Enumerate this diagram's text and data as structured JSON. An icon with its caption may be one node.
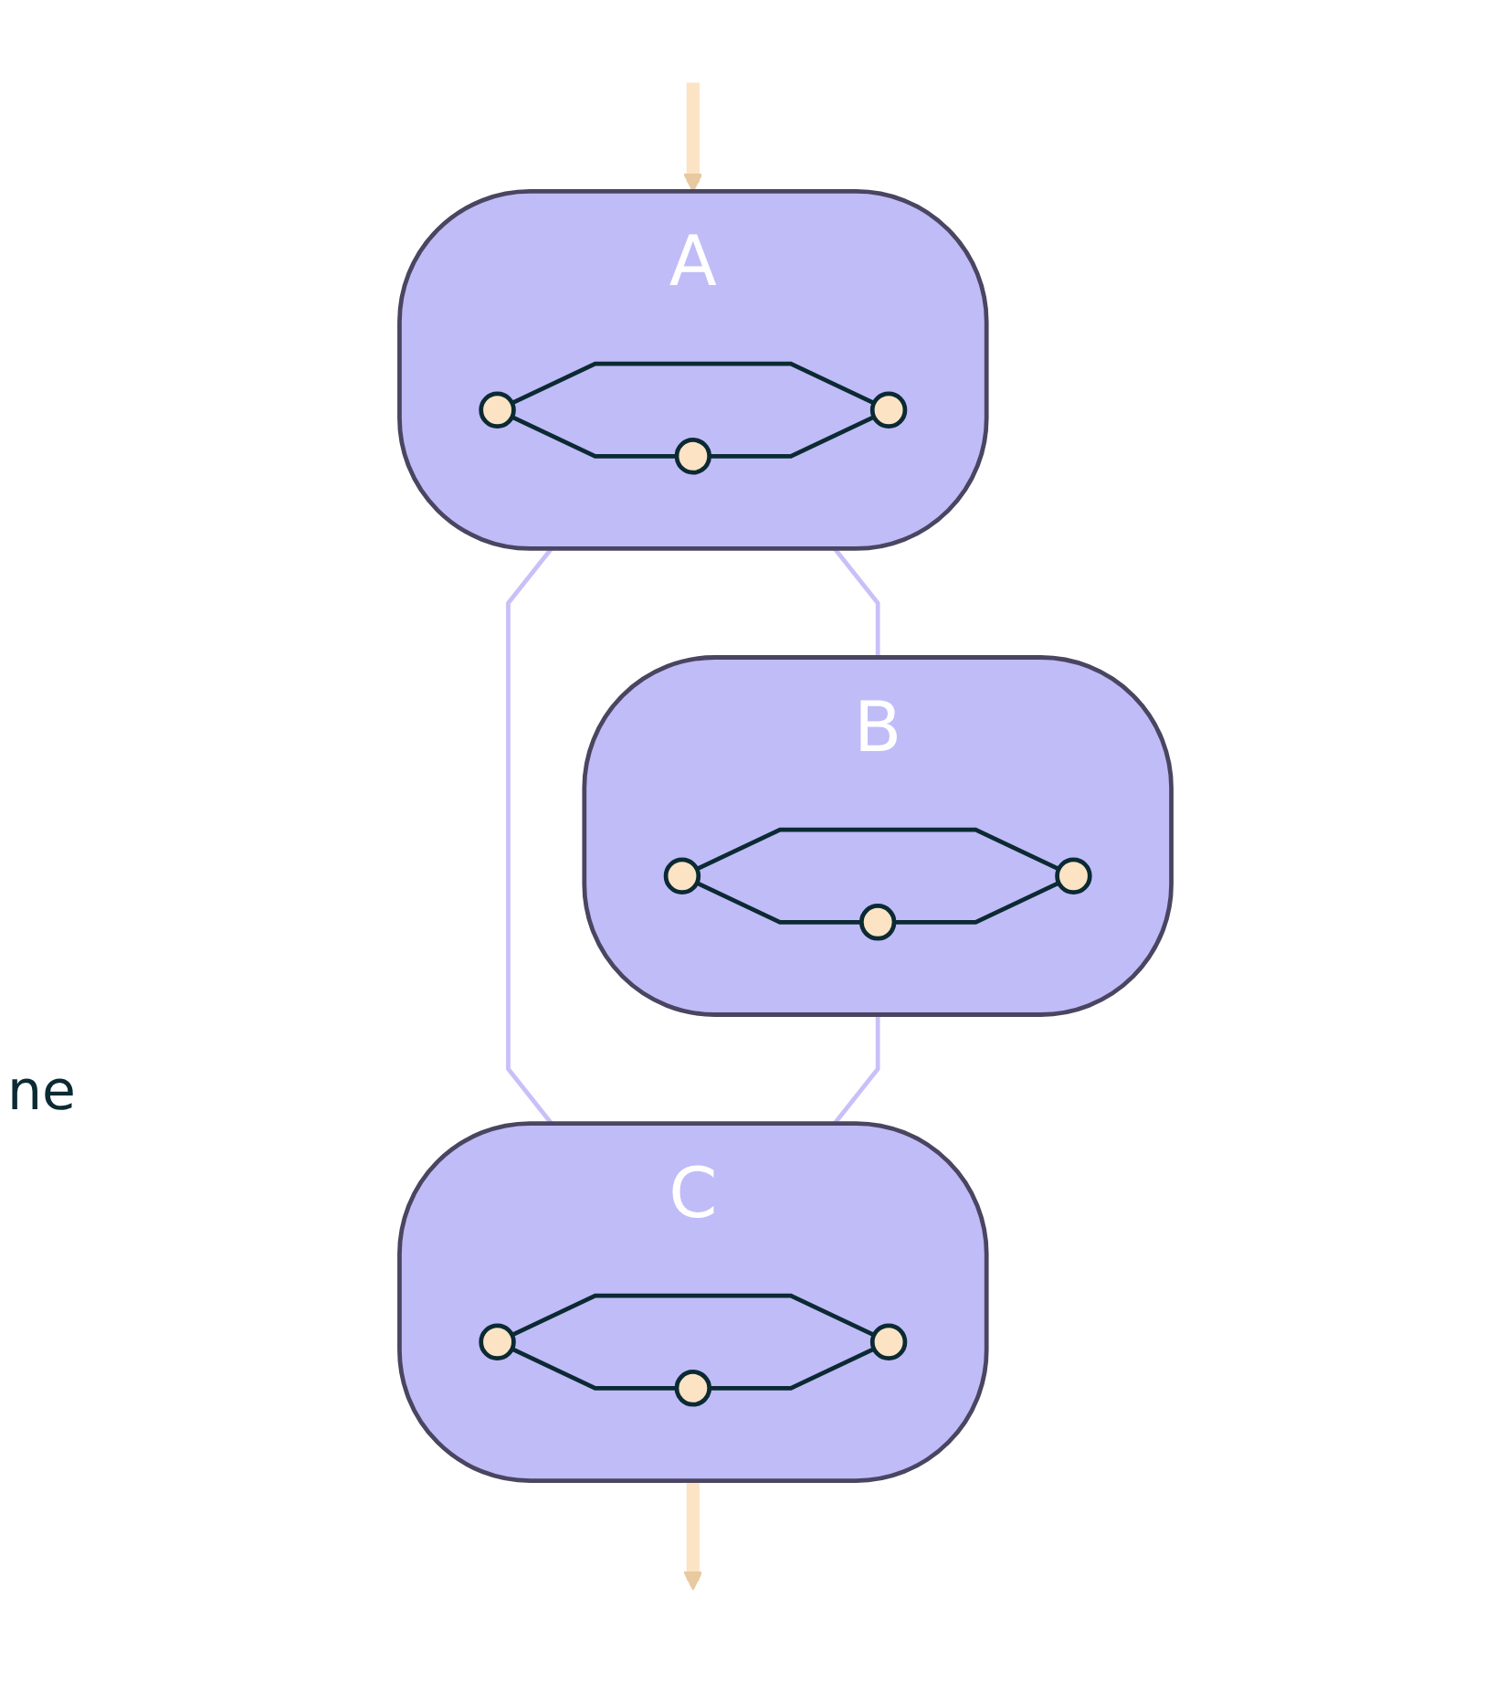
{
  "diagram": {
    "nodes": [
      {
        "text": [
          "A"
        ]
      },
      {
        "text": [],
        "shape": "circle",
        "in": 0
      },
      {
        "text": [],
        "shape": "circle",
        "in": 0
      },
      {
        "text": [],
        "shape": "circle",
        "in": 0
      },
      {
        "text": [
          "B"
        ]
      },
      {
        "text": [],
        "shape": "circle",
        "in": 4
      },
      {
        "text": [],
        "shape": "circle",
        "in": 4
      },
      {
        "text": [],
        "shape": "circle",
        "in": 4
      },
      {
        "text": [
          "C"
        ]
      },
      {
        "text": [],
        "shape": "circle",
        "in": 8
      },
      {
        "text": [],
        "shape": "circle",
        "in": 8
      },
      {
        "text": [],
        "shape": "circle",
        "in": 8
      }
    ],
    "edges": [
      {
        "from": null,
        "to": 0,
        "arrow": "to",
        "style": "thick",
        "color": "#fbe3c4"
      },
      {
        "from": 1,
        "to": 2,
        "arrow": "none"
      },
      {
        "from": 1,
        "to": 3,
        "arrow": "none"
      },
      {
        "from": 2,
        "to": 3,
        "arrow": "none"
      },
      {
        "from": 5,
        "to": 6,
        "arrow": "none"
      },
      {
        "from": 5,
        "to": 7,
        "arrow": "none"
      },
      {
        "from": 6,
        "to": 7,
        "arrow": "none"
      },
      {
        "from": 9,
        "to": 10,
        "arrow": "none"
      },
      {
        "from": 9,
        "to": 11,
        "arrow": "none"
      },
      {
        "from": 10,
        "to": 11,
        "arrow": "none"
      },
      {
        "from": 0,
        "to": 4,
        "arrow": "none",
        "color": "#c8c0f8"
      },
      {
        "from": 0,
        "to": 8,
        "arrow": "none",
        "color": "#c8c0f8"
      },
      {
        "from": 4,
        "to": 8,
        "arrow": "none",
        "color": "#c8c0f8"
      },
      {
        "from": 8,
        "to": null,
        "arrow": "to",
        "style": "thick",
        "color": "#fbe3c4"
      }
    ],
    "labels": [
      "ne"
    ]
  }
}
